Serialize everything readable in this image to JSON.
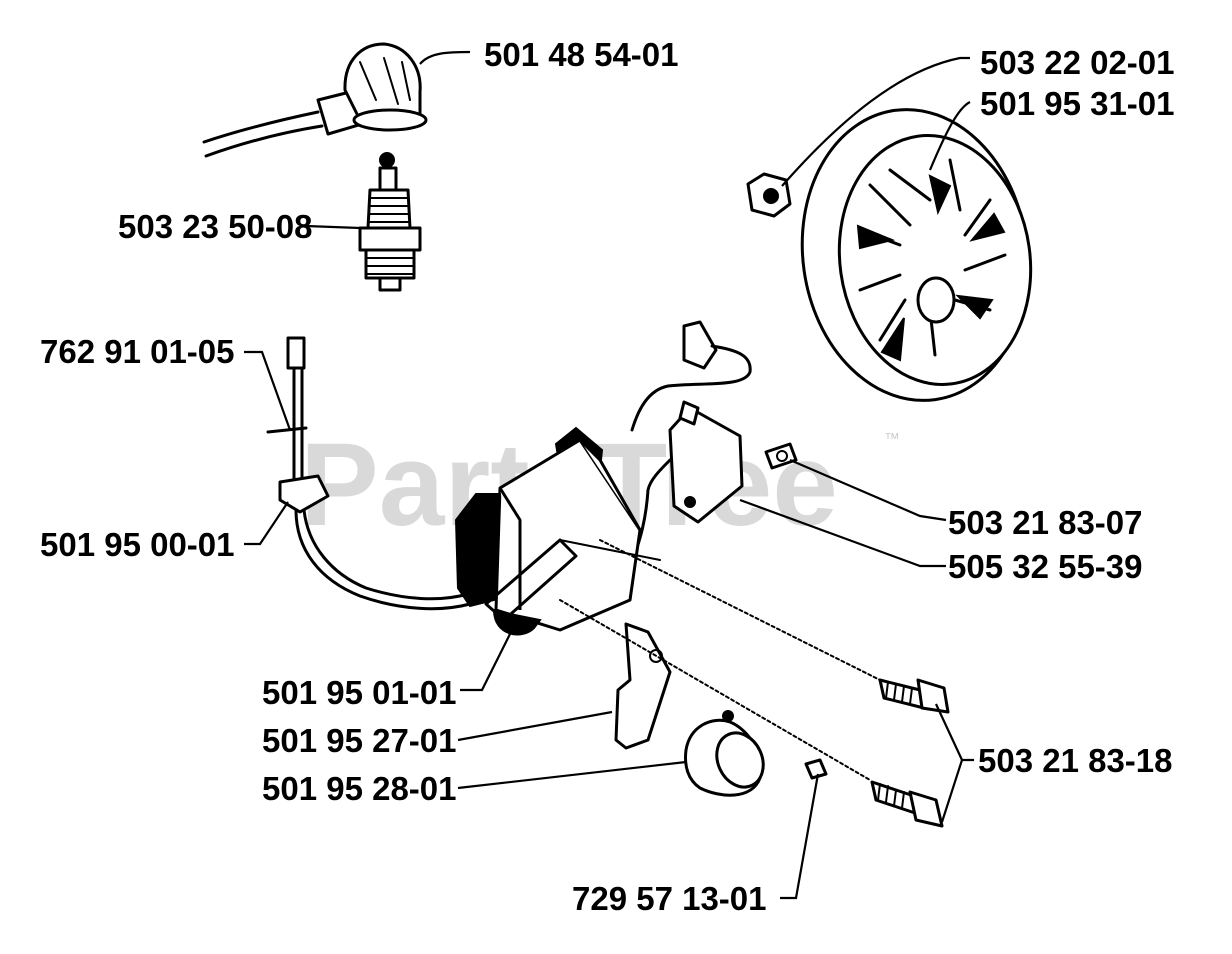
{
  "watermark": {
    "text": "PartsTree",
    "trademark": "™"
  },
  "parts": {
    "spark_plug_boot": "501 48 54-01",
    "nut": "503 22 02-01",
    "flywheel": "501 95 31-01",
    "spark_plug": "503 23 50-08",
    "terminal": "762 91 01-05",
    "grommet": "501 95 00-01",
    "screw_small": "503 21 83-07",
    "switch": "505 32 55-39",
    "ignition_module": "501 95 01-01",
    "plate": "501 95 27-01",
    "pin": "501 95 28-01",
    "screws": "503 21 83-18",
    "clip": "729 57 13-01"
  }
}
